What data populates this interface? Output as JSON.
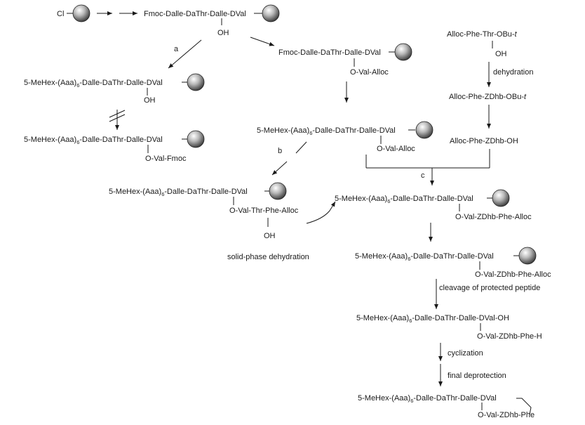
{
  "labels": {
    "cl": "Cl",
    "fmoc_start": "Fmoc-Dalle-DaThr-Dalle-DVal",
    "oh": "OH",
    "fmoc_ester": "Fmoc-Dalle-DaThr-Dalle-DVal",
    "o_val_alloc": "O-Val-Alloc",
    "alloc_phe_thr": "Alloc-Phe-Thr-OBu-",
    "t": "t",
    "dehydration": "dehydration",
    "alloc_phe_zdhb_obu": "Alloc-Phe-ZDhb-OBu-",
    "alloc_phe_zdhb_oh": "Alloc-Phe-ZDhb-OH",
    "a": "a",
    "b": "b",
    "c": "c",
    "mehex": "5-MeHex-(Aaa)",
    "sub6": "6",
    "peptide_tail": "-Dalle-DaThr-Dalle-DVal",
    "peptide_tail_oh": "-Dalle-DaThr-Dalle-DVal-OH",
    "o_val_fmoc": "O-Val-Fmoc",
    "o_val_thr_phe_alloc": "O-Val-Thr-Phe-Alloc",
    "solid_phase_dehydration": "solid-phase dehydration",
    "o_val_zdhb_phe_alloc": "O-Val-ZDhb-Phe-Alloc",
    "cleavage": "cleavage of protected peptide",
    "o_val_zdhb_phe_h": "O-Val-ZDhb-Phe-H",
    "cyclization": "cyclization",
    "final_deprotection": "final deprotection",
    "o_val_zdhb_phe": "O-Val-ZDhb-Phe"
  }
}
